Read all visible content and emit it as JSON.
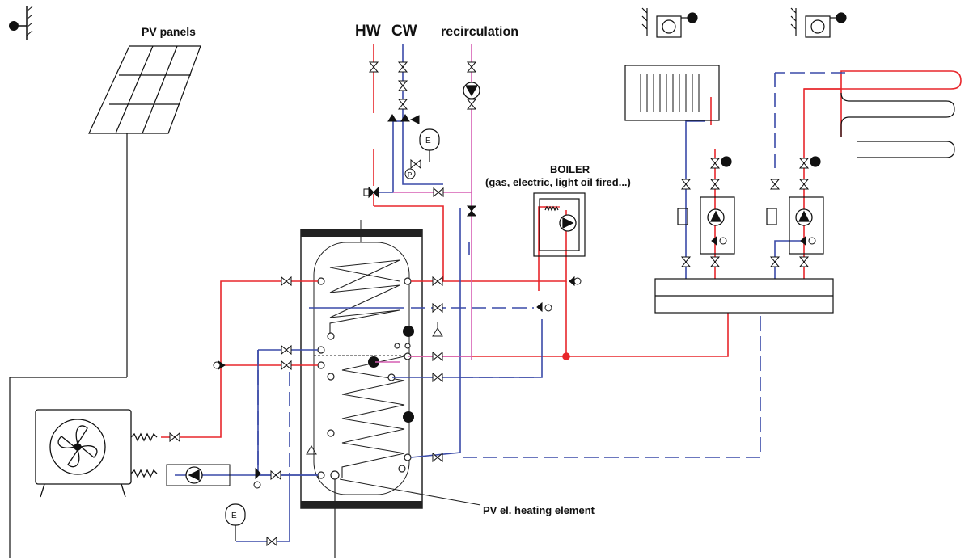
{
  "labels": {
    "pv_panels": "PV panels",
    "hw": "HW",
    "cw": "CW",
    "recirculation": "recirculation",
    "boiler": "BOILER",
    "boiler_fuel": "(gas, electric, light oil fired...)",
    "pv_heating_element": "PV el. heating element",
    "expansion_vessel": "E",
    "pressure_gauge": "P"
  },
  "colors": {
    "hot": "#e8262b",
    "cold": "#3a4aa8",
    "recirc": "#d65fb4",
    "stroke": "#1a1a1a",
    "tank": "#222222"
  },
  "icons": [
    "outdoor-sensor-icon",
    "room-thermostat-icon",
    "pump-icon",
    "valve-icon",
    "three-way-valve-icon",
    "fan-icon",
    "expansion-vessel-icon",
    "sensor-dot-icon"
  ]
}
